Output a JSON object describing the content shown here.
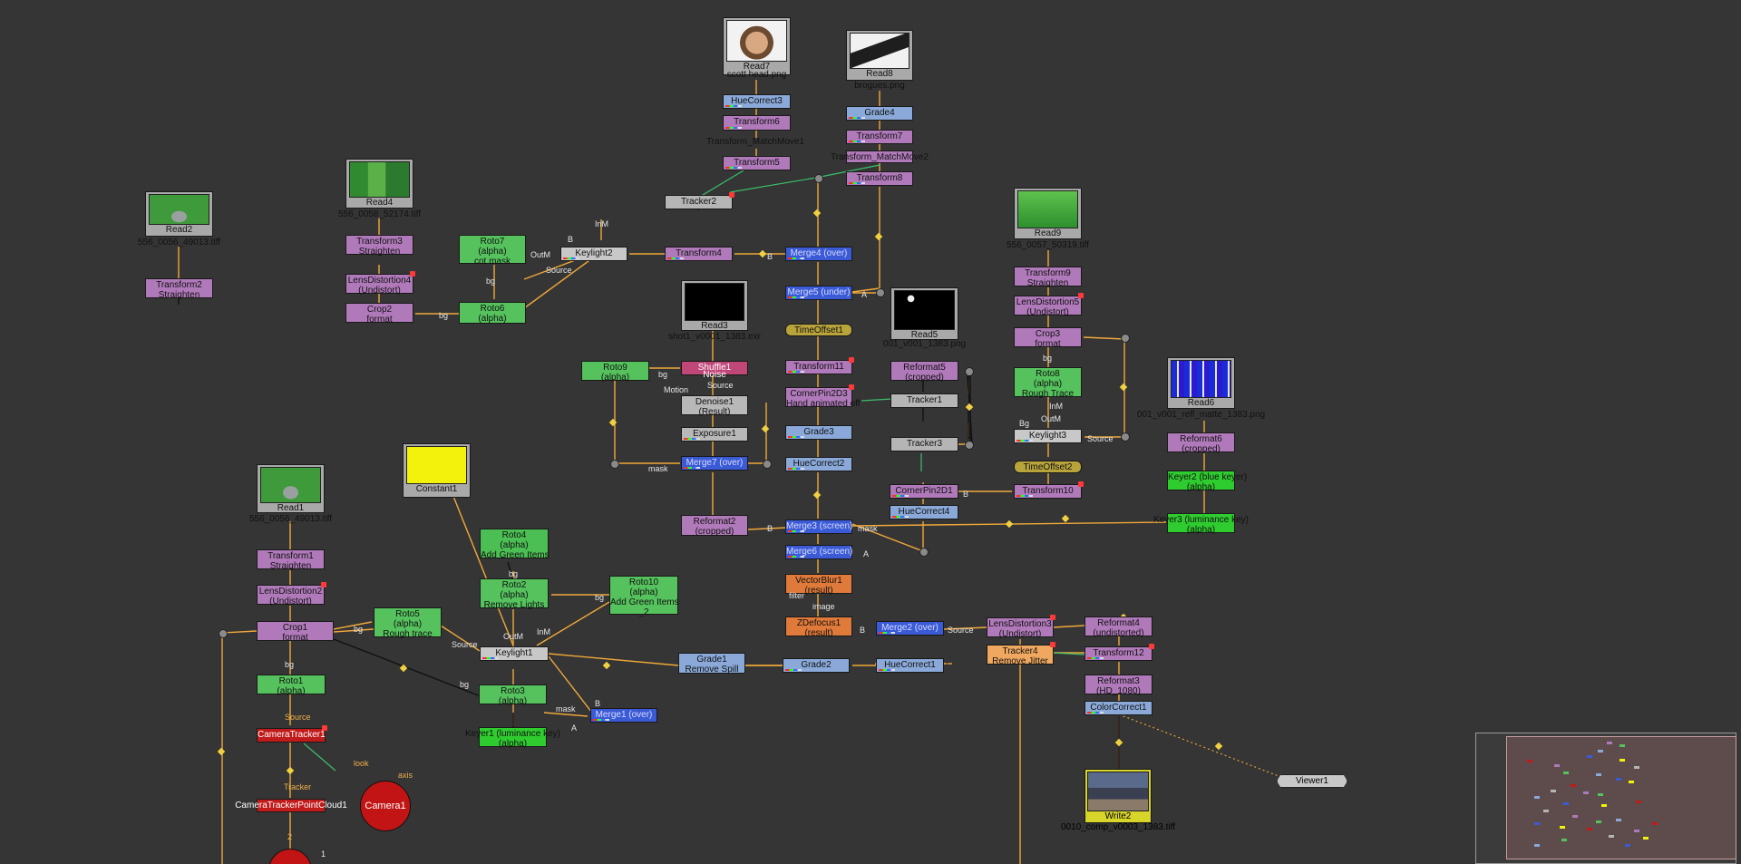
{
  "nodes": {
    "read7": {
      "label": "Read7",
      "file": "scott head.png"
    },
    "read8": {
      "label": "Read8",
      "file": "brogues.png"
    },
    "read2": {
      "label": "Read2",
      "file": "556_0056_49013.tiff"
    },
    "read4": {
      "label": "Read4",
      "file": "556_0058_52174.tiff"
    },
    "read9": {
      "label": "Read9",
      "file": "556_0057_50319.tiff"
    },
    "read3": {
      "label": "Read3",
      "file": "shot1_v0001_1383.exr"
    },
    "read5": {
      "label": "Read5",
      "file": "001_v001_1383.png"
    },
    "read6": {
      "label": "Read6",
      "file": "001_v001_refl_matte_1383.png"
    },
    "read1": {
      "label": "Read1",
      "file": "556_0056_49013.tiff"
    },
    "constant1": {
      "label": "Constant1"
    },
    "huecorrect3": {
      "label": "HueCorrect3"
    },
    "transform6": {
      "label": "Transform6"
    },
    "transform_matchmove1": {
      "label": "Transform_MatchMove1"
    },
    "transform5": {
      "label": "Transform5"
    },
    "grade4": {
      "label": "Grade4"
    },
    "transform7": {
      "label": "Transform7"
    },
    "transform_matchmove2": {
      "label": "Transform_MatchMove2"
    },
    "transform8": {
      "label": "Transform8"
    },
    "tracker2": {
      "label": "Tracker2"
    },
    "transform2": {
      "label": "Transform2",
      "sub": "Straighten"
    },
    "transform3": {
      "label": "Transform3",
      "sub": "Straighten"
    },
    "lensdistortion4": {
      "label": "LensDistortion4",
      "sub": "(Undistort)"
    },
    "crop2": {
      "label": "Crop2",
      "sub": "format"
    },
    "roto7": {
      "label": "Roto7",
      "sub": "(alpha)",
      "sub2": "cot mask"
    },
    "roto6": {
      "label": "Roto6",
      "sub": "(alpha)"
    },
    "keylight2": {
      "label": "Keylight2"
    },
    "transform4": {
      "label": "Transform4"
    },
    "merge4": {
      "label": "Merge4 (over)"
    },
    "merge5": {
      "label": "Merge5 (under)"
    },
    "timeoffset1": {
      "label": "TimeOffset1"
    },
    "transform11": {
      "label": "Transform11"
    },
    "cornerpin2d3": {
      "label": "CornerPin2D3",
      "sub": "Hand animated off"
    },
    "grade3": {
      "label": "Grade3"
    },
    "huecorrect2": {
      "label": "HueCorrect2"
    },
    "merge3": {
      "label": "Merge3 (screen)"
    },
    "merge6": {
      "label": "Merge6 (screen)"
    },
    "vectorblur1": {
      "label": "VectorBlur1",
      "sub": "(result)"
    },
    "zdefocus1": {
      "label": "ZDefocus1",
      "sub": "(result)"
    },
    "merge2": {
      "label": "Merge2 (over)"
    },
    "huecorrect1": {
      "label": "HueCorrect1"
    },
    "grade2": {
      "label": "Grade2"
    },
    "grade1": {
      "label": "Grade1",
      "sub": "Remove Spill"
    },
    "roto9": {
      "label": "Roto9",
      "sub": "(alpha)"
    },
    "shuffle1": {
      "label": "Shuffle1",
      "sub": "Noise"
    },
    "denoise1": {
      "label": "Denoise1",
      "sub": "(Result)"
    },
    "exposure1": {
      "label": "Exposure1"
    },
    "merge7": {
      "label": "Merge7 (over)"
    },
    "reformat2": {
      "label": "Reformat2",
      "sub": "(cropped)"
    },
    "reformat5": {
      "label": "Reformat5",
      "sub": "(cropped)"
    },
    "tracker1": {
      "label": "Tracker1"
    },
    "tracker3": {
      "label": "Tracker3"
    },
    "cornerpin2d1": {
      "label": "CornerPin2D1"
    },
    "huecorrect4": {
      "label": "HueCorrect4"
    },
    "transform9": {
      "label": "Transform9",
      "sub": "Straighten"
    },
    "lensdistortion5": {
      "label": "LensDistortion5",
      "sub": "(Undistort)"
    },
    "crop3": {
      "label": "Crop3",
      "sub": "format"
    },
    "roto8": {
      "label": "Roto8",
      "sub": "(alpha)",
      "sub2": "Rough Trace"
    },
    "keylight3": {
      "label": "Keylight3"
    },
    "timeoffset2": {
      "label": "TimeOffset2"
    },
    "transform10": {
      "label": "Transform10"
    },
    "reformat6": {
      "label": "Reformat6",
      "sub": "(cropped)"
    },
    "keyer2": {
      "label": "Keyer2 (blue keyer)",
      "sub": "(alpha)"
    },
    "keyer3": {
      "label": "Keyer3 (luminance key)",
      "sub": "(alpha)"
    },
    "transform1": {
      "label": "Transform1",
      "sub": "Straighten"
    },
    "lensdistortion2": {
      "label": "LensDistortion2",
      "sub": "(Undistort)"
    },
    "crop1": {
      "label": "Crop1",
      "sub": "format"
    },
    "roto4": {
      "label": "Roto4",
      "sub": "(alpha)",
      "sub2": "Add Green Items"
    },
    "roto2": {
      "label": "Roto2",
      "sub": "(alpha)",
      "sub2": "Remove Lights"
    },
    "roto10": {
      "label": "Roto10",
      "sub": "(alpha)",
      "sub2": "Add Green Items",
      "sub3": "_2"
    },
    "roto5": {
      "label": "Roto5",
      "sub": "(alpha)",
      "sub2": "Rough trace"
    },
    "keylight1": {
      "label": "Keylight1"
    },
    "roto1": {
      "label": "Roto1",
      "sub": "(alpha)"
    },
    "roto3": {
      "label": "Roto3",
      "sub": "(alpha)"
    },
    "keyer1": {
      "label": "Keyer1 (luminance key)",
      "sub": "(alpha)"
    },
    "merge1": {
      "label": "Merge1 (over)"
    },
    "cameratracker1": {
      "label": "CameraTracker1"
    },
    "cameratrackerpointcloud1": {
      "label": "CameraTrackerPointCloud1"
    },
    "camera1": {
      "label": "Camera1"
    },
    "lensdistortion3": {
      "label": "LensDistortion3",
      "sub": "(Undistort)"
    },
    "tracker4": {
      "label": "Tracker4",
      "sub": "Remove Jitter"
    },
    "reformat4": {
      "label": "Reformat4",
      "sub": "(undistorted)"
    },
    "transform12": {
      "label": "Transform12"
    },
    "reformat3": {
      "label": "Reformat3",
      "sub": "(HD_1080)"
    },
    "colorcorrect1": {
      "label": "ColorCorrect1"
    },
    "write2": {
      "label": "Write2",
      "file": "0010_comp_v0003_1383.tiff"
    },
    "viewer1": {
      "label": "Viewer1"
    }
  },
  "pipe_labels": {
    "bg": "bg",
    "outm": "OutM",
    "inm": "InM",
    "source": "Source",
    "b": "B",
    "a": "A",
    "mask": "mask",
    "motion": "Motion",
    "filter": "filter",
    "image": "image",
    "tracker": "Tracker",
    "look": "look",
    "axis": "axis",
    "two": "2",
    "one": "1",
    "bg_low": "Bg"
  },
  "colors": {
    "canvas": "#353535",
    "pipe": "#f0a93a",
    "pipe_dark": "#111111",
    "pipe_green": "#3bbf6b"
  }
}
